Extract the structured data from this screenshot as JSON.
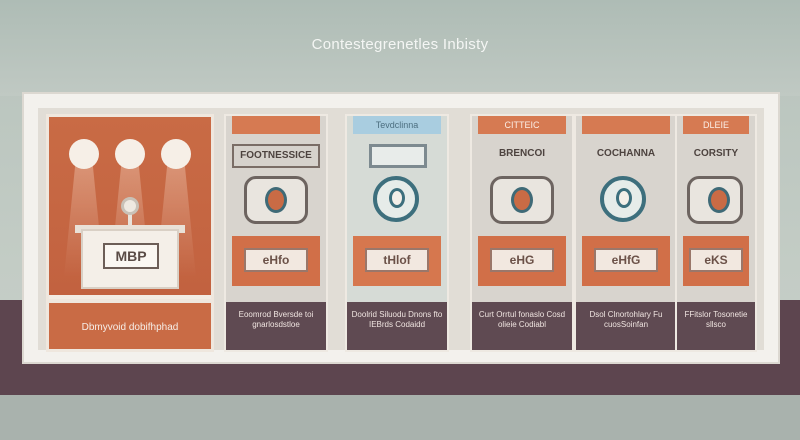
{
  "page_title": "Contestegrenetles Inbisty",
  "main_panel": {
    "podium_sign": "MBP",
    "caption": "Dbmyvoid dobifhphad"
  },
  "cards": [
    {
      "tag": "",
      "name": "FOOTNESSICE",
      "ticket": "eHfo",
      "desc": "Eoomrod Bversde toi gnarlosdstloe",
      "highlight": false
    },
    {
      "tag": "Tevdclinna",
      "name": "",
      "ticket": "tHlof",
      "desc": "Doolrid Siluodu Dnons fto IEBrds Codaidd",
      "highlight": true
    },
    {
      "tag": "CITTEIC",
      "name": "BRENCOI",
      "ticket": "eHG",
      "desc": "Curt Orrtul fonaslo Cosd olieie Codiabl",
      "highlight": false
    },
    {
      "tag": "",
      "name": "COCHANNA",
      "ticket": "eHfG",
      "desc": "Dsol Clnortohlary Fu cuosSoinfan",
      "highlight": false
    },
    {
      "tag": "DLEIE",
      "name": "CORSITY",
      "ticket": "eKS",
      "desc": "FFitslor Tosonetie sllsco",
      "highlight": false
    }
  ],
  "colors": {
    "accent_orange": "#c96b45",
    "dark_band": "#5d454f",
    "teal": "#3d6f7d",
    "tag_blue": "#a9cde0"
  }
}
